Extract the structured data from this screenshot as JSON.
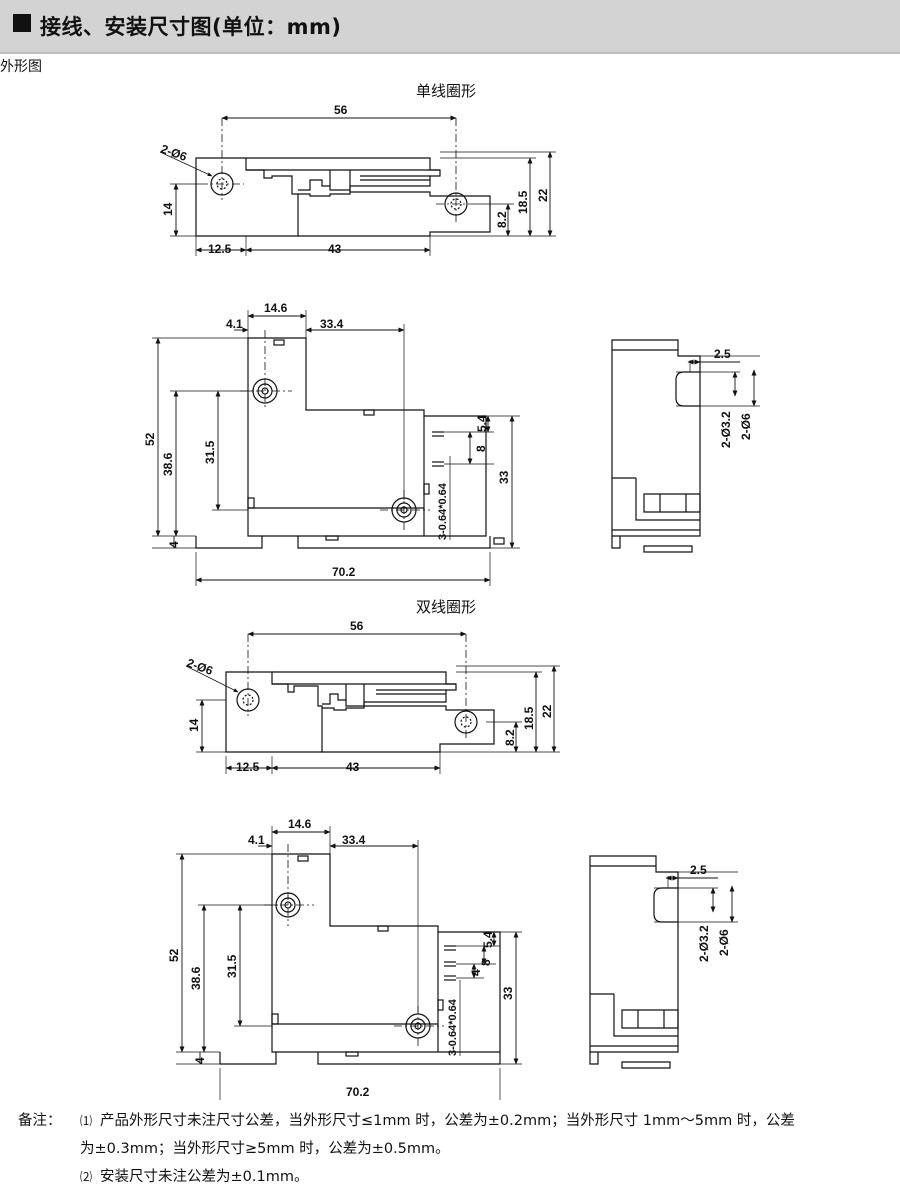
{
  "header": {
    "title": "接线、安装尺寸图(单位：mm)"
  },
  "section_label": "外形图",
  "figures": {
    "single": {
      "title": "单线圈形",
      "top_dims": {
        "width_56": "56",
        "hole": "2-Ø6",
        "h14": "14",
        "h18_5": "18.5",
        "h22": "22",
        "h8_2": "8.2",
        "w12_5": "12.5",
        "w43": "43"
      },
      "front_dims": {
        "w14_6": "14.6",
        "w4_1": "4.1",
        "w33_4": "33.4",
        "h52": "52",
        "h38_6": "38.6",
        "h31_5": "31.5",
        "h5_4": "5.4",
        "h8": "8",
        "h33": "33",
        "h4": "4",
        "pins": "3-0.64*0.64",
        "w70_2": "70.2"
      },
      "side_dims": {
        "w2_5": "2.5",
        "d3_2": "2-Ø3.2",
        "d6": "2-Ø6"
      }
    },
    "double": {
      "title": "双线圈形",
      "top_dims": {
        "width_56": "56",
        "hole": "2-Ø6",
        "h14": "14",
        "h18_5": "18.5",
        "h22": "22",
        "h8_2": "8.2",
        "w12_5": "12.5",
        "w43": "43"
      },
      "front_dims": {
        "w14_6": "14.6",
        "w4_1": "4.1",
        "w33_4": "33.4",
        "h52": "52",
        "h38_6": "38.6",
        "h31_5": "31.5",
        "h5_4": "5.4",
        "h8": "8",
        "h4b": "4",
        "h33": "33",
        "h4": "4",
        "pins": "3-0.64*0.64",
        "w70_2": "70.2"
      },
      "side_dims": {
        "w2_5": "2.5",
        "d3_2": "2-Ø3.2",
        "d6": "2-Ø6"
      }
    }
  },
  "notes": {
    "prefix": "备注：",
    "n1_num": "⑴",
    "n1_line1": "产品外形尺寸未注尺寸公差，当外形尺寸≤1mm 时，公差为±0.2mm；当外形尺寸 1mm～5mm 时，公差",
    "n1_line2": "为±0.3mm；当外形尺寸≥5mm 时，公差为±0.5mm。",
    "n2_num": "⑵",
    "n2_line": "安装尺寸未注公差为±0.1mm。"
  }
}
